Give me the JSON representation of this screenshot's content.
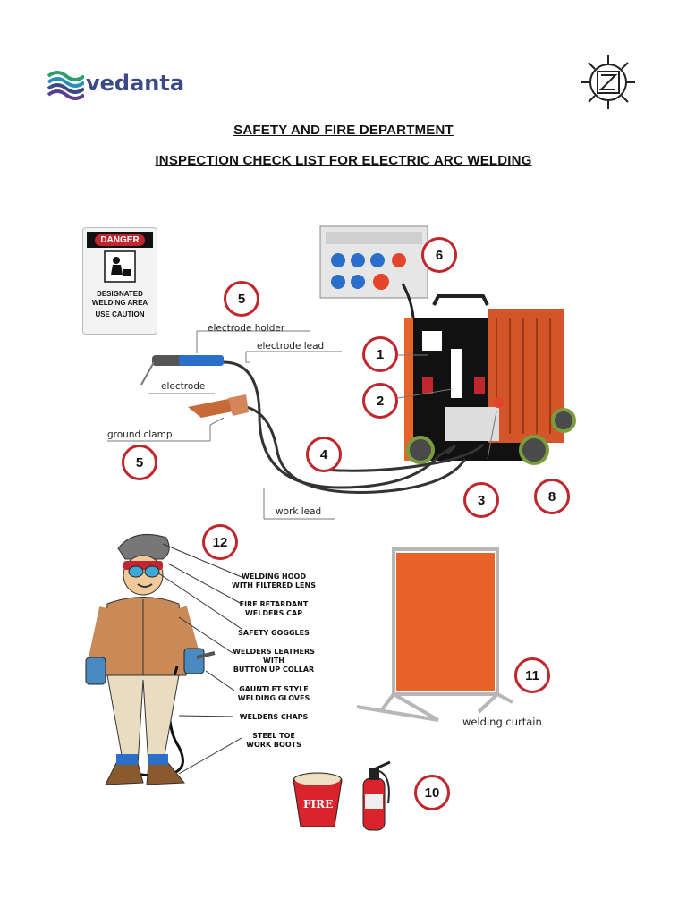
{
  "header": {
    "brand": "vedanta",
    "title": "SAFETY AND FIRE DEPARTMENT",
    "subtitle": "INSPECTION CHECK LIST FOR ELECTRIC ARC WELDING"
  },
  "sign": {
    "danger": "DANGER",
    "text": "DESIGNATED\nWELDING AREA",
    "caution": "USE CAUTION"
  },
  "labels": {
    "electrode_holder": "electrode holder",
    "electrode_lead": "electrode lead",
    "electrode": "electrode",
    "ground_clamp": "ground clamp",
    "work_lead": "work lead",
    "welding_curtain": "welding curtain"
  },
  "ppe": [
    "WELDING HOOD\nWITH FILTERED LENS",
    "FIRE RETARDANT\nWELDERS CAP",
    "SAFETY GOGGLES",
    "WELDERS LEATHERS\nWITH\nBUTTON UP COLLAR",
    "GAUNTLET STYLE\nWELDING GLOVES",
    "WELDERS CHAPS",
    "STEEL TOE\nWORK BOOTS"
  ],
  "bucket_text": "FIRE",
  "callouts": [
    "1",
    "2",
    "3",
    "4",
    "5",
    "5",
    "6",
    "8",
    "10",
    "11",
    "12"
  ],
  "colors": {
    "accent": "#c0262d",
    "brand": "#3a4a86",
    "curtain": "#e8632a"
  }
}
